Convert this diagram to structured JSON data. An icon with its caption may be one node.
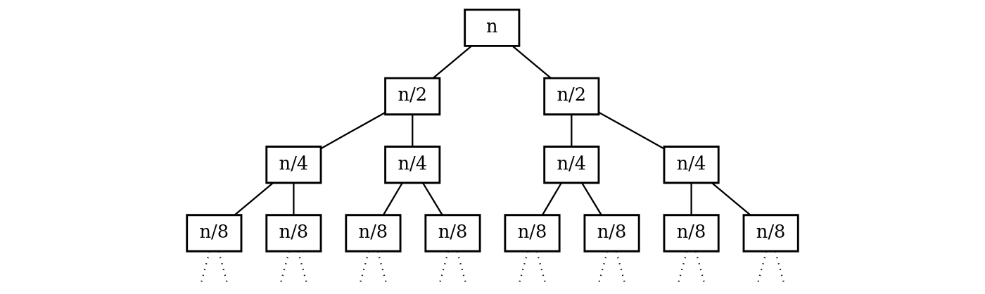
{
  "diagram": {
    "nodes": [
      {
        "text": [
          "n"
        ]
      },
      {
        "text": [
          "n/2"
        ]
      },
      {
        "text": [
          "n/2"
        ]
      },
      {
        "text": [
          "n/4"
        ]
      },
      {
        "text": [
          "n/4"
        ]
      },
      {
        "text": [
          "n/4"
        ]
      },
      {
        "text": [
          "n/4"
        ]
      },
      {
        "text": [
          "n/8"
        ]
      },
      {
        "text": [
          "n/8"
        ]
      },
      {
        "text": [
          "n/8"
        ]
      },
      {
        "text": [
          "n/8"
        ]
      },
      {
        "text": [
          "n/8"
        ]
      },
      {
        "text": [
          "n/8"
        ]
      },
      {
        "text": [
          "n/8"
        ]
      },
      {
        "text": [
          "n/8"
        ]
      }
    ],
    "edges": [
      {
        "from": 0,
        "to": 1,
        "arrow": "none"
      },
      {
        "from": 0,
        "to": 2,
        "arrow": "none"
      },
      {
        "from": 1,
        "to": 3,
        "arrow": "none"
      },
      {
        "from": 1,
        "to": 4,
        "arrow": "none"
      },
      {
        "from": 2,
        "to": 5,
        "arrow": "none"
      },
      {
        "from": 2,
        "to": 6,
        "arrow": "none"
      },
      {
        "from": 3,
        "to": 7,
        "arrow": "none"
      },
      {
        "from": 3,
        "to": 8,
        "arrow": "none"
      },
      {
        "from": 4,
        "to": 9,
        "arrow": "none"
      },
      {
        "from": 4,
        "to": 10,
        "arrow": "none"
      },
      {
        "from": 5,
        "to": 11,
        "arrow": "none"
      },
      {
        "from": 5,
        "to": 12,
        "arrow": "none"
      },
      {
        "from": 6,
        "to": 13,
        "arrow": "none"
      },
      {
        "from": 6,
        "to": 14,
        "arrow": "none"
      },
      {
        "from": 7,
        "to": null,
        "arrow": "none",
        "style": "dashed"
      },
      {
        "from": 7,
        "to": null,
        "arrow": "none",
        "style": "dashed"
      },
      {
        "from": 8,
        "to": null,
        "arrow": "none",
        "style": "dashed"
      },
      {
        "from": 8,
        "to": null,
        "arrow": "none",
        "style": "dashed"
      },
      {
        "from": 9,
        "to": null,
        "arrow": "none",
        "style": "dashed"
      },
      {
        "from": 9,
        "to": null,
        "arrow": "none",
        "style": "dashed"
      },
      {
        "from": 10,
        "to": null,
        "arrow": "none",
        "style": "dashed"
      },
      {
        "from": 10,
        "to": null,
        "arrow": "none",
        "style": "dashed"
      },
      {
        "from": 11,
        "to": null,
        "arrow": "none",
        "style": "dashed"
      },
      {
        "from": 11,
        "to": null,
        "arrow": "none",
        "style": "dashed"
      },
      {
        "from": 12,
        "to": null,
        "arrow": "none",
        "style": "dashed"
      },
      {
        "from": 12,
        "to": null,
        "arrow": "none",
        "style": "dashed"
      },
      {
        "from": 13,
        "to": null,
        "arrow": "none",
        "style": "dashed"
      },
      {
        "from": 13,
        "to": null,
        "arrow": "none",
        "style": "dashed"
      },
      {
        "from": 14,
        "to": null,
        "arrow": "none",
        "style": "dashed"
      },
      {
        "from": 14,
        "to": null,
        "arrow": "none",
        "style": "dashed"
      }
    ]
  }
}
